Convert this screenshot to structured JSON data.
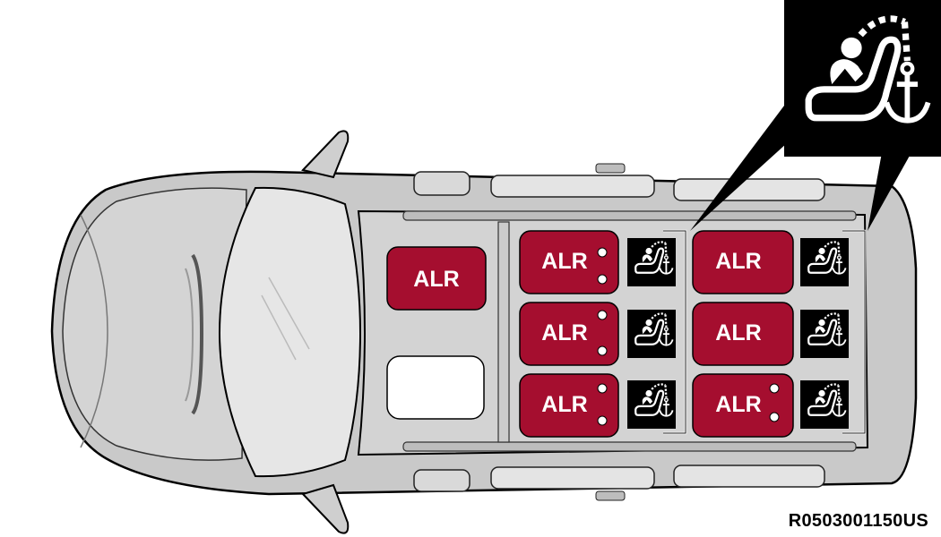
{
  "diagram": {
    "reference_code": "R0503001150US",
    "seat_badge_text": "ALR",
    "colors": {
      "seat_fill": "#a50e2f",
      "vehicle_body": "#c8c8c8",
      "vehicle_outline": "#000000",
      "cabin_floor": "#d2d2d2",
      "icon_background": "#000000"
    },
    "icons": {
      "anchor_icon": "child-seat-anchor-icon",
      "callout_icon": "child-seat-anchor-callout-icon"
    },
    "seats": [
      {
        "id": "front-passenger",
        "text": "ALR",
        "has_anchor_icon": false
      },
      {
        "id": "row2-left",
        "text": "ALR",
        "has_anchor_icon": true
      },
      {
        "id": "row2-center",
        "text": "ALR",
        "has_anchor_icon": true
      },
      {
        "id": "row2-right",
        "text": "ALR",
        "has_anchor_icon": true
      },
      {
        "id": "row3-left",
        "text": "ALR",
        "has_anchor_icon": true
      },
      {
        "id": "row3-center",
        "text": "ALR",
        "has_anchor_icon": true
      },
      {
        "id": "row3-right",
        "text": "ALR",
        "has_anchor_icon": true
      }
    ]
  }
}
